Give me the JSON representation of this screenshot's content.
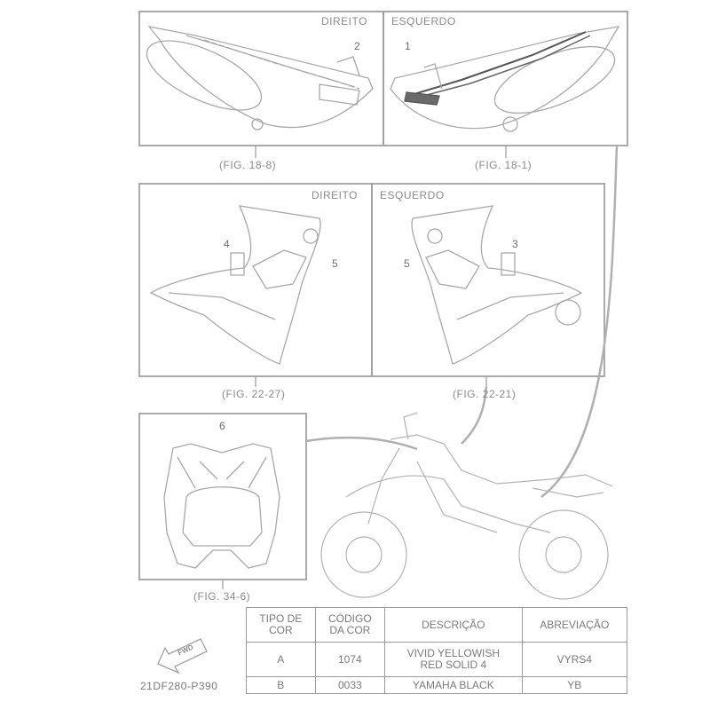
{
  "panels": {
    "top_left": {
      "side_label": "DIREITO",
      "part_number": "2",
      "figure_ref": "(FIG. 18-8)"
    },
    "top_right": {
      "side_label": "ESQUERDO",
      "part_number": "1",
      "figure_ref": "(FIG. 18-1)"
    },
    "mid_left": {
      "side_label": "DIREITO",
      "part_numbers": [
        "4",
        "5"
      ],
      "figure_ref": "(FIG. 22-27)"
    },
    "mid_right": {
      "side_label": "ESQUERDO",
      "part_numbers": [
        "5",
        "3"
      ],
      "figure_ref": "(FIG. 22-21)"
    },
    "bottom": {
      "part_number": "6",
      "figure_ref": "(FIG. 34-6)"
    }
  },
  "fwd_label": "FWD",
  "drawing_code": "21DF280-P390",
  "color_table": {
    "headers": [
      [
        "TIPO DE",
        "COR"
      ],
      [
        "CÓDIGO",
        "DA COR"
      ],
      [
        "DESCRIÇÃO"
      ],
      [
        "ABREVIAÇÃO"
      ]
    ],
    "rows": [
      {
        "type": "A",
        "code": "1074",
        "description": [
          "VIVID YELLOWISH",
          "RED SOLID 4"
        ],
        "abbr": "VYRS4"
      },
      {
        "type": "B",
        "code": "0033",
        "description": [
          "YAMAHA BLACK"
        ],
        "abbr": "YB"
      }
    ]
  },
  "colors": {
    "line": "#9a9a9a",
    "panel_border": "#a8a8a8",
    "text": "#7a7a7a"
  }
}
